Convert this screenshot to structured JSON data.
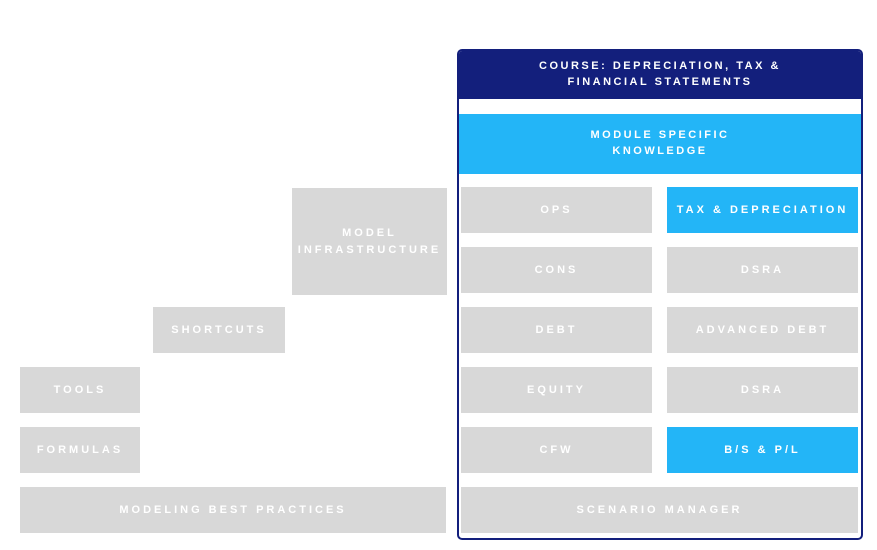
{
  "colors": {
    "navy": "#131f7c",
    "sky_blue": "#23b5f7",
    "gray": "#d8d8d8",
    "text": "#ffffff",
    "background": "#ffffff"
  },
  "foundation": {
    "model_infrastructure": "MODEL\nINFRASTRUCTURE",
    "shortcuts": "SHORTCUTS",
    "tools": "TOOLS",
    "formulas": "FORMULAS",
    "modeling_best_practices": "MODELING BEST PRACTICES"
  },
  "course_panel": {
    "title": "COURSE: DEPRECIATION, TAX &\nFINANCIAL STATEMENTS",
    "module_header": "MODULE SPECIFIC\nKNOWLEDGE",
    "rows": [
      {
        "left": {
          "label": "OPS",
          "highlight": false
        },
        "right": {
          "label": "TAX & DEPRECIATION",
          "highlight": true
        }
      },
      {
        "left": {
          "label": "CONS",
          "highlight": false
        },
        "right": {
          "label": "DSRA",
          "highlight": false
        }
      },
      {
        "left": {
          "label": "DEBT",
          "highlight": false
        },
        "right": {
          "label": "ADVANCED DEBT",
          "highlight": false
        }
      },
      {
        "left": {
          "label": "EQUITY",
          "highlight": false
        },
        "right": {
          "label": "DSRA",
          "highlight": false
        }
      },
      {
        "left": {
          "label": "CFW",
          "highlight": false
        },
        "right": {
          "label": "B/S & P/L",
          "highlight": true
        }
      }
    ],
    "footer": "SCENARIO MANAGER"
  }
}
